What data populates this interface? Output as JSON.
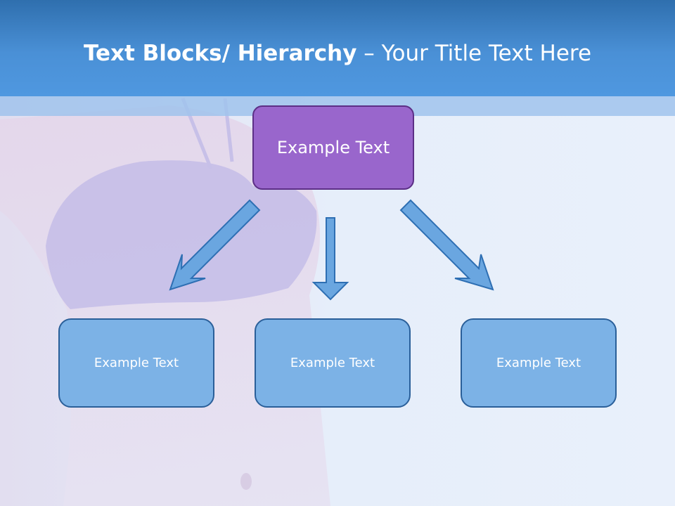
{
  "slide": {
    "title_bold": "Text Blocks/ Hierarchy",
    "title_rest": " – Your Title Text Here"
  },
  "diagram": {
    "top_box": "Example Text",
    "children": [
      "Example Text",
      "Example Text",
      "Example Text"
    ]
  },
  "colors": {
    "header": "#4a90d6",
    "top_box_fill": "#9966cc",
    "child_box_fill": "#7cb2e6",
    "arrow_fill": "#6aa6e0",
    "arrow_stroke": "#2e6fb3"
  }
}
